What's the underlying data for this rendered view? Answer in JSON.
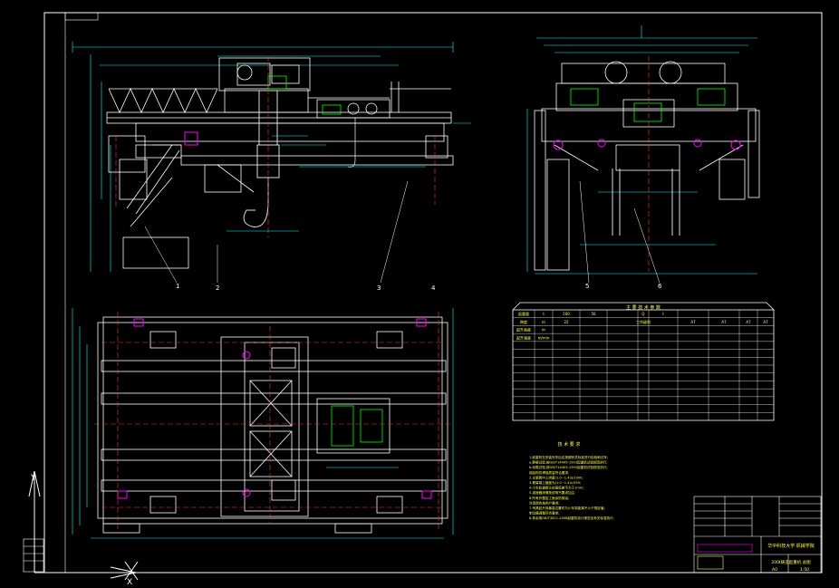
{
  "title_block": {
    "company": "华中科技大学 机械学院",
    "drawing_title": "200t铸造起重机 总图",
    "sheet": "A0",
    "scale": "1:50"
  },
  "notes": {
    "heading": "技 术 要 求",
    "lines": [
      "1.起重机在安装完毕后应按照有关标准进行检验和试车;",
      "  a.静载试验,按GB/T14405-1993起重机试验规范执行;",
      "  b.动载试验,按GB/T14405-1993起重机试验规范执行;",
      "  钢结构件焊接质量符合要求;",
      "2.主梁跨中上拱度(1.0~1.4)S/1000;",
      "3.悬臂端上翘度为(1.0~1.4)L/350;",
      "4.小车轨道接头处高低差不大于1mm;",
      "5.减速器润滑按说明书要求加注;",
      "6.所有外露加工面涂防锈油;",
      "  涂漆颜色按用户要求;",
      "7.吊具起升到最高位置时与小车架距离不小于规定值;",
      "  制动器调整符合要求;",
      "8.其余按GB/T3811-2008起重机设计规范及有关标准执行;"
    ]
  },
  "parameter_table": {
    "title": "主 要 技 术 参 数",
    "rows": [
      [
        "起重量",
        "t",
        "200",
        "50",
        "",
        "Q",
        "t",
        "",
        "",
        "",
        ""
      ],
      [
        "跨度",
        "m",
        "22",
        "",
        "",
        "工作级别",
        "",
        "A7",
        "A7",
        "A7",
        "A7"
      ],
      [
        "起升高度",
        "m",
        "",
        "",
        "",
        "",
        "",
        "",
        "",
        "",
        ""
      ],
      [
        "起升速度",
        "m/min",
        "",
        "",
        "",
        "",
        "",
        "",
        "",
        "",
        ""
      ]
    ]
  },
  "balloons": [
    "1",
    "2",
    "3",
    "4",
    "5",
    "6"
  ],
  "axis_labels": {
    "x": "X",
    "y": "Y"
  },
  "colors": {
    "background": "#000000",
    "structure": "#ffffff",
    "dimension": "#00ffff",
    "center": "#ff3333",
    "highlight": "#ff00ff",
    "equipment": "#00ff00",
    "hook": "#dddddd",
    "text": "#ffff55"
  }
}
